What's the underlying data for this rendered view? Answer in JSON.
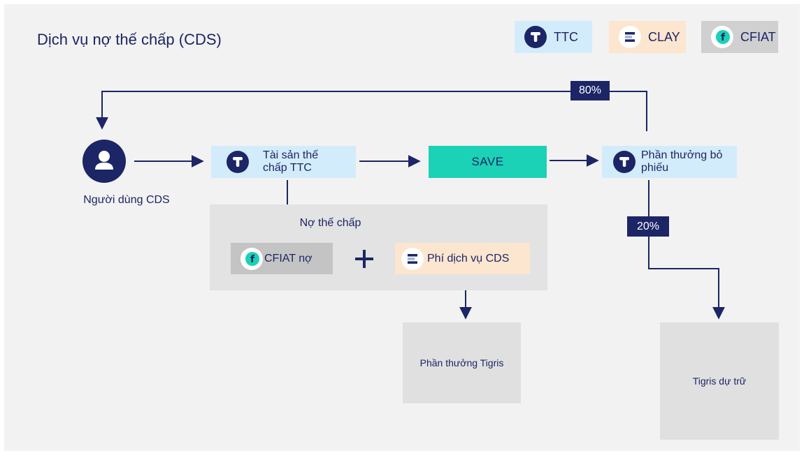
{
  "title": "Dịch vụ nợ thế chấp (CDS)",
  "legend": [
    {
      "label": "TTC",
      "icon": "ttc-token-icon",
      "color": "#d3ecfb"
    },
    {
      "label": "CLAY",
      "icon": "clay-token-icon",
      "color": "#fce6cf"
    },
    {
      "label": "CFIAT",
      "icon": "cfiat-token-icon",
      "color": "#d0d0d0"
    }
  ],
  "nodes": {
    "user": "Người dùng CDS",
    "ttc_collateral": "Tài sản thế chấp TTC",
    "save": "SAVE",
    "voting_reward": "Phần thưởng bỏ phiếu",
    "debt_group": "Nợ thế chấp",
    "cfiat_debt": "CFIAT nợ",
    "cds_fee": "Phí dịch vụ CDS",
    "tigris_reward": "Phần thưởng Tigris",
    "tigris_reserve": "Tigris dự trữ"
  },
  "splits": {
    "back_to_user": "80%",
    "to_reserve": "20%"
  },
  "colors": {
    "navy": "#1c2566",
    "save_green": "#1bd1b6",
    "ttc_blue": "#d3ecfb",
    "clay_peach": "#fce6cf",
    "cfiat_gray": "#c4c4c4"
  }
}
